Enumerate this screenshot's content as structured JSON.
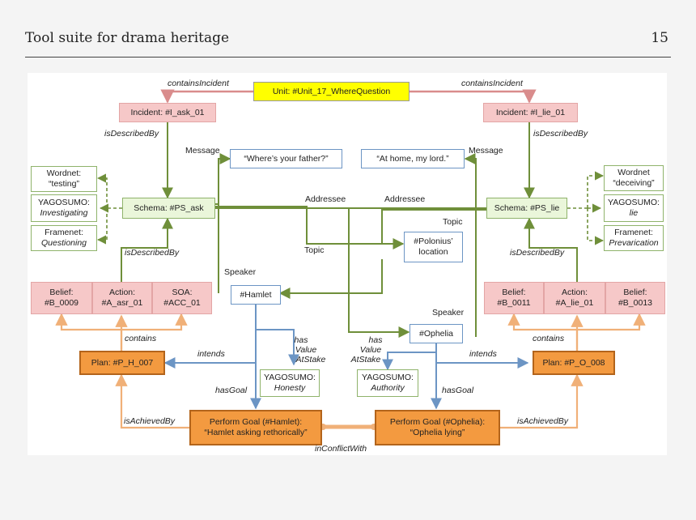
{
  "header": {
    "title": "Tool suite for drama heritage",
    "page_number": "15"
  },
  "figure": {
    "nodes": {
      "unit": "Unit: #Unit_17_WhereQuestion",
      "incident_ask": "Incident: #I_ask_01",
      "incident_lie": "Incident: #I_lie_01",
      "msg_ask": "“Where’s your father?”",
      "msg_lie": "“At home, my lord.”",
      "schema_ask": "Schema: #PS_ask",
      "schema_lie": "Schema: #PS_lie",
      "wordnet_l1": "Wordnet:",
      "wordnet_l2": "“testing”",
      "yago_l1": "YAGOSUMO:",
      "yago_l2": "Investigating",
      "framenet_l1": "Framenet:",
      "framenet_l2": "Questioning",
      "wordnet_r1": "Wordnet",
      "wordnet_r2": "“deceiving”",
      "yago_r1": "YAGOSUMO:",
      "yago_r2": "lie",
      "framenet_r1": "Framenet:",
      "framenet_r2": "Prevarication",
      "polonius_1": "#Polonius’",
      "polonius_2": "location",
      "belief_l1": "Belief:",
      "belief_l2": "#B_0009",
      "action_l1": "Action:",
      "action_l2": "#A_asr_01",
      "soa_1": "SOA:",
      "soa_2": "#ACC_01",
      "hamlet": "#Hamlet",
      "ophelia": "#Ophelia",
      "belief_r1_1": "Belief:",
      "belief_r1_2": "#B_0011",
      "action_r1": "Action:",
      "action_r2": "#A_lie_01",
      "belief_r2_1": "Belief:",
      "belief_r2_2": "#B_0013",
      "plan_ask": "Plan: #P_H_007",
      "plan_lie": "Plan: #P_O_008",
      "value_l1": "YAGOSUMO:",
      "value_l2": "Honesty",
      "value_r1": "YAGOSUMO:",
      "value_r2": "Authority",
      "goal_h1": "Perform Goal (#Hamlet):",
      "goal_h2": "“Hamlet asking rethorically”",
      "goal_o1": "Perform Goal (#Ophelia):",
      "goal_o2": "“Ophelia lying”"
    },
    "labels": {
      "contains_incident": "containsIncident",
      "is_described_by": "isDescribedBy",
      "message": "Message",
      "addressee": "Addressee",
      "topic": "Topic",
      "speaker": "Speaker",
      "contains": "contains",
      "intends": "intends",
      "has": "has",
      "value": "Value",
      "at_stake": "AtStake",
      "has_goal": "hasGoal",
      "is_achieved_by": "isAchievedBy",
      "in_conflict_with": "inConflictWith"
    },
    "colors": {
      "red_arrow": "#d98c8c",
      "green_arrow": "#6f8f3a",
      "blue_arrow": "#6c95c4",
      "orange_arrow": "#f0b078",
      "conflict": "#e8a26a"
    }
  }
}
